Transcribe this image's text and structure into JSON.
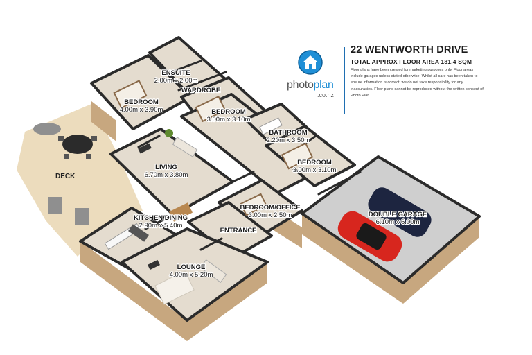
{
  "header": {
    "title": "22 WENTWORTH DRIVE",
    "subtitle": "TOTAL APPROX FLOOR AREA 181.4 SQM",
    "disclaimer": "Floor plans have been created for marketing purposes only. Floor areas include garages unless stated otherwise. Whilst all care has been taken to ensure information is correct, we do not take responsibility for any inaccuracies. Floor plans cannot be reproduced without the written consent of Photo Plan."
  },
  "brand": {
    "name_part1": "photo",
    "name_part2": "plan",
    "tld": ".co.nz",
    "logo_icon": "house-in-blue-circle-icon",
    "accent_color": "#1f8fd6"
  },
  "rooms": [
    {
      "id": "ensuite",
      "name": "ENSUITE",
      "size": "2.00m x 2.00m"
    },
    {
      "id": "wardrobe",
      "name": "WARDROBE",
      "size": ""
    },
    {
      "id": "bedroom1",
      "name": "BEDROOM",
      "size": "4.00m x 3.90m"
    },
    {
      "id": "bedroom2",
      "name": "BEDROOM",
      "size": "3.00m x 3.10m"
    },
    {
      "id": "bathroom",
      "name": "BATHROOM",
      "size": "2.20m x 3.50m"
    },
    {
      "id": "bedroom3",
      "name": "BEDROOM",
      "size": "3.00m x 3.10m"
    },
    {
      "id": "living",
      "name": "LIVING",
      "size": "6.70m x 3.80m"
    },
    {
      "id": "bedroom_office",
      "name": "BEDROOM/OFFICE",
      "size": "3.00m x 2.50m"
    },
    {
      "id": "kitchen",
      "name": "KITCHEN/DINING",
      "size": "2.90m x 5.40m"
    },
    {
      "id": "entrance",
      "name": "ENTRANCE",
      "size": ""
    },
    {
      "id": "garage",
      "name": "DOUBLE GARAGE",
      "size": "6.10m x 6.00m"
    },
    {
      "id": "lounge",
      "name": "LOUNGE",
      "size": "4.00m x 5.20m"
    }
  ],
  "outdoor": {
    "deck_label": "DECK"
  },
  "colors": {
    "deck": "#ecdcbd",
    "floor": "#e4dccf",
    "wall_top": "#2b2b2b",
    "wall_face": "#c7a77f",
    "garage_floor": "#cfcfcf",
    "car_red": "#d7261e",
    "car_navy": "#1d2540"
  }
}
